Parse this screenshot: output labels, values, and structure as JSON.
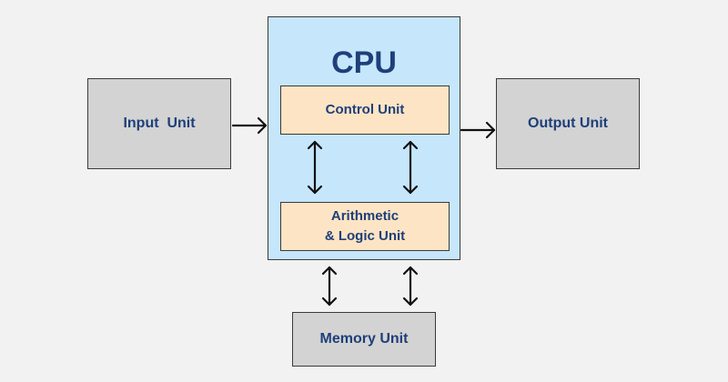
{
  "cpu": {
    "title": "CPU"
  },
  "units": {
    "input": "Input  Unit",
    "output": "Output Unit",
    "control": "Control Unit",
    "alu": "Arithmetic\n& Logic Unit",
    "memory": "Memory Unit"
  },
  "colors": {
    "background": "#f2f2f2",
    "cpu_fill": "#c6e6fb",
    "unit_fill": "#d3d3d3",
    "inner_fill": "#fde4c4",
    "text": "#1e3f7a",
    "arrow": "#111111"
  }
}
